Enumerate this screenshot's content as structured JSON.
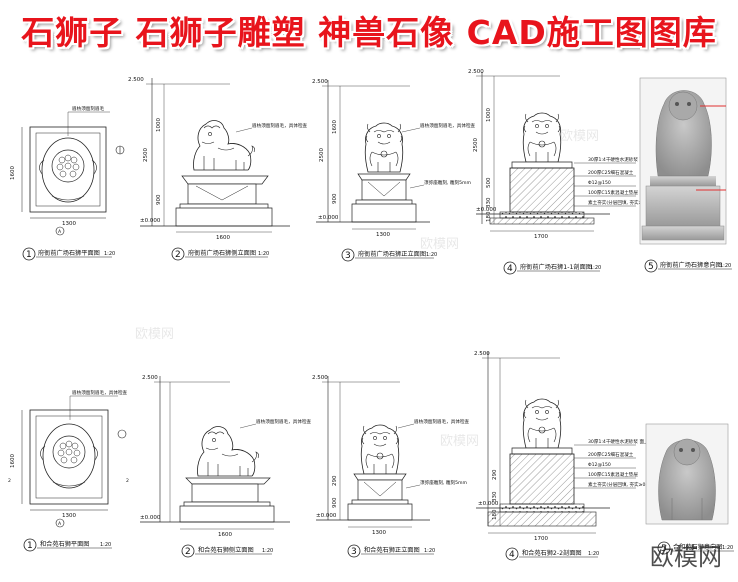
{
  "title": "石狮子 石狮子雕塑 神兽石像 CAD施工图图库",
  "brand": "欧模网",
  "watermark": "欧模网",
  "row1": {
    "p1": {
      "num": "1",
      "caption": "府衙前广场石狮平面图",
      "scale": "1:20",
      "dims": {
        "w": "1300",
        "h": "1600"
      },
      "note": "眉枋须凿刻眉毛",
      "tag": "A"
    },
    "p2": {
      "num": "2",
      "caption": "府衙前广场石狮侧立面图",
      "scale": "1:20",
      "dims": {
        "top": "2.500",
        "d1": "1000",
        "d2": "2500",
        "d3": "900",
        "base": "±0.000",
        "w": "1600"
      },
      "note": "眉枋须凿刻眉毛，具体检查"
    },
    "p3": {
      "num": "3",
      "caption": "府衙前广场石狮正立面图",
      "scale": "1:20",
      "dims": {
        "top": "2.500",
        "d1": "1600",
        "d2": "2500",
        "d3": "900",
        "base": "±0.000",
        "w": "1300"
      },
      "note": "眉枋须凿刻眉毛，具体检查",
      "note2": "须弥座雕刻, 雕刻5mm"
    },
    "p4": {
      "num": "4",
      "caption": "府衙前广场石狮1-1剖面图",
      "scale": "1:20",
      "dims": {
        "top": "2.500",
        "d1": "1000",
        "d2": "2500",
        "d3": "500",
        "d4": "330",
        "d5": "180",
        "base": "±0.000",
        "w": "1700"
      },
      "layers": [
        "30厚1:4干硬性水泥砂浆 面上撒素水泥",
        "200厚C25细石混凝土",
        "Φ12@150",
        "100厚C15素混凝土垫层",
        "素土夯实(分层回填, 夯实≥0.93)"
      ]
    },
    "p5": {
      "num": "5",
      "caption": "府衙前广场石狮意向图",
      "scale": "1:20"
    }
  },
  "row2": {
    "p1": {
      "num": "1",
      "caption": "和合苑石狮平面图",
      "scale": "1:20",
      "dims": {
        "w": "1300",
        "h": "1600"
      },
      "note": "眉枋须凿刻眉毛，具体检查",
      "tag": "A",
      "side": "2"
    },
    "p2": {
      "num": "2",
      "caption": "和合苑石狮侧立面图",
      "scale": "1:20",
      "dims": {
        "top": "2.500",
        "base": "±0.000",
        "w": "1600"
      },
      "note": "眉枋须凿刻眉毛，具体检查"
    },
    "p3": {
      "num": "3",
      "caption": "和合苑石狮正立面图",
      "scale": "1:20",
      "dims": {
        "top": "2.500",
        "d1": "290",
        "d2": "900",
        "base": "±0.000",
        "w": "1300"
      },
      "note": "眉枋须凿刻眉毛，具体检查",
      "note2": "须弥座雕刻, 雕刻5mm"
    },
    "p4": {
      "num": "4",
      "caption": "和合苑石狮2-2剖面图",
      "scale": "1:20",
      "dims": {
        "top": "2.500",
        "d1": "290",
        "d2": "330",
        "d3": "180",
        "base": "±0.000",
        "w": "1700"
      },
      "layers": [
        "30厚1:4干硬性水泥砂浆 面上撒素水泥",
        "200厚C25细石混凝土",
        "Φ12@150",
        "100厚C15素混凝土垫层",
        "素土夯实(分层回填, 夯实≥0.93)"
      ]
    },
    "p5": {
      "num": "5",
      "caption": "合和苑石狮意向图",
      "scale": "1:20"
    }
  }
}
